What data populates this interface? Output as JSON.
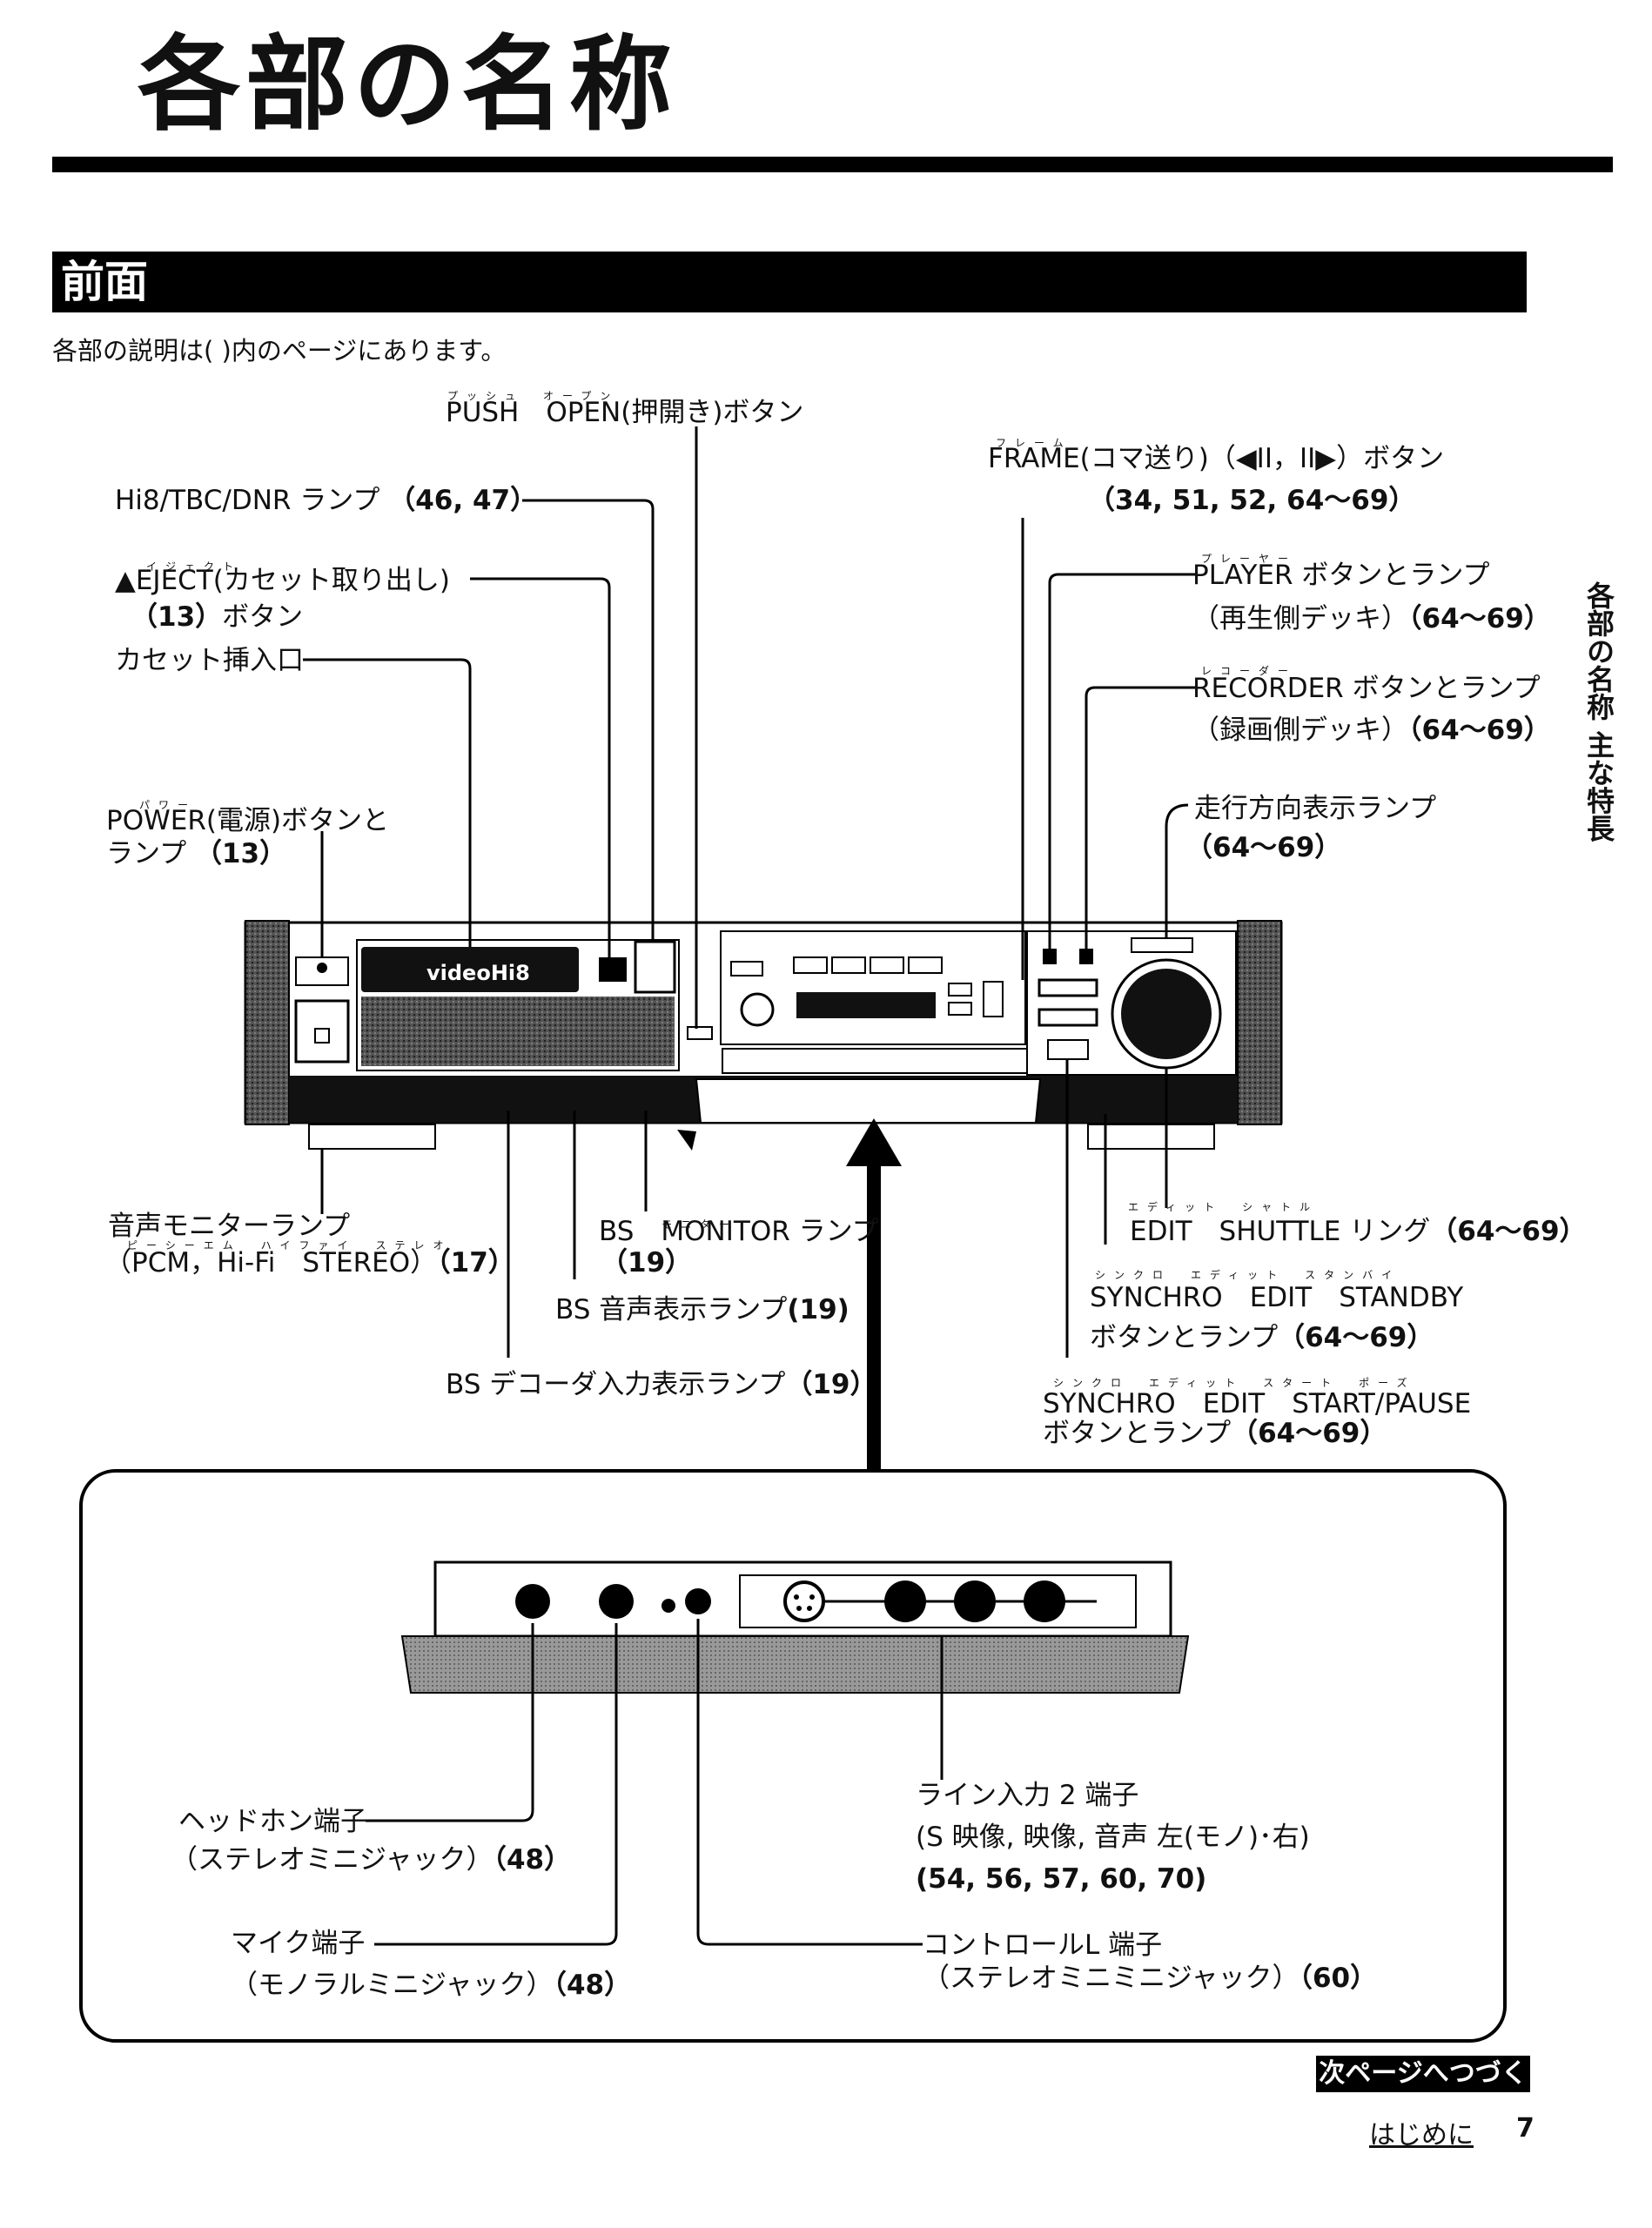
{
  "page": {
    "title": "各部の名称",
    "section_title": "前面",
    "intro": "各部の説明は( )内のページにあります。",
    "side_tab": "各部の名称 主な特長",
    "next_page": "次ページへつづく",
    "footer_section": "はじめに",
    "page_number": "7"
  },
  "device": {
    "logo": "videoHi8"
  },
  "labels": {
    "push_open": {
      "text": "PUSH　OPEN(押開き)ボタン",
      "ruby": "プッシュ　オープン"
    },
    "hi8_lamp": {
      "text": "Hi8/TBC/DNR ランプ",
      "pages": "（46, 47）"
    },
    "eject": {
      "icon": "▲",
      "text": "EJECT(カセット取り出し)",
      "ruby": "イジェクト",
      "line2_pages": "（13）",
      "line2": "ボタン"
    },
    "cassette_slot": {
      "text": "カセット挿入口"
    },
    "power": {
      "text": "POWER(電源)ボタンと",
      "ruby": "パワー",
      "line2": "ランプ",
      "pages": "（13）"
    },
    "frame": {
      "text": "FRAME(コマ送り)（◀II，II▶）ボタン",
      "ruby": "フレーム",
      "pages": "（34, 51, 52, 64〜69）"
    },
    "player": {
      "text": "PLAYER ボタンとランプ",
      "ruby": "プレーヤー",
      "line2": "（再生側デッキ）",
      "pages": "（64〜69）"
    },
    "recorder": {
      "text": "RECORDER ボタンとランプ",
      "ruby": "レコーダー",
      "line2": "（録画側デッキ）",
      "pages": "（64〜69）"
    },
    "direction": {
      "text": "走行方向表示ランプ",
      "pages": "（64〜69）"
    },
    "audio_monitor": {
      "text": "音声モニターランプ",
      "line2": "（PCM，Hi-Fi　STEREO）",
      "ruby": "ピーシーエム　ハイファイ　ステレオ",
      "pages": "（17）"
    },
    "bs_monitor": {
      "text": "BS　MONITOR ランプ",
      "ruby": "モニター",
      "pages": "（19）"
    },
    "bs_audio": {
      "text": "BS 音声表示ランプ",
      "pages": "(19)"
    },
    "bs_decoder": {
      "text": "BS デコーダ入力表示ランプ",
      "pages": "（19）"
    },
    "edit_shuttle": {
      "text": "EDIT　SHUTTLE リング",
      "ruby": "エディット　シャトル",
      "pages": "（64〜69）"
    },
    "synchro_standby": {
      "text": "SYNCHRO　EDIT　STANDBY",
      "ruby": "シンクロ　エディット　スタンバイ",
      "line2": "ボタンとランプ",
      "pages": "（64〜69）"
    },
    "synchro_start": {
      "text": "SYNCHRO　EDIT　START/PAUSE",
      "ruby": "シンクロ　エディット　スタート　ポーズ",
      "line2": "ボタンとランプ",
      "pages": "（64〜69）"
    },
    "headphone": {
      "text": "ヘッドホン端子",
      "line2": "（ステレオミニジャック）",
      "pages": "（48）"
    },
    "mic": {
      "text": "マイク端子",
      "line2": "（モノラルミニジャック）",
      "pages": "（48）"
    },
    "line_in": {
      "text": "ライン入力 2 端子",
      "line2": "(S 映像, 映像, 音声 左(モノ)･右)",
      "pages": "(54, 56, 57, 60, 70)"
    },
    "control_l": {
      "text": "コントロールL 端子",
      "line2": "（ステレオミニミニジャック）",
      "pages": "（60）"
    }
  }
}
